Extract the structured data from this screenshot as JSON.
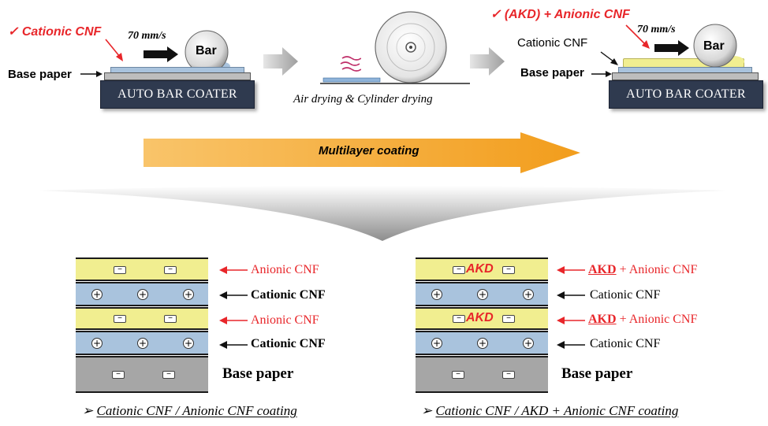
{
  "top_left": {
    "check_label": "✓ Cationic CNF",
    "speed": "70 mm/s",
    "bar": "Bar",
    "base_paper": "Base paper",
    "coater": "AUTO BAR COATER"
  },
  "top_middle": {
    "drying_label": "Air drying & Cylinder drying"
  },
  "top_right": {
    "check_label": "✓ (AKD) + Anionic CNF",
    "speed": "70 mm/s",
    "bar": "Bar",
    "cationic": "Cationic CNF",
    "base_paper": "Base paper",
    "coater": "AUTO BAR COATER"
  },
  "process_arrow": {
    "label": "Multilayer coating"
  },
  "left_stack": {
    "labels": [
      "Anionic CNF",
      "Cationic CNF",
      "Anionic CNF",
      "Cationic CNF"
    ],
    "base": "Base paper",
    "caption": "Cationic CNF / Anionic CNF coating"
  },
  "right_stack": {
    "akd": "AKD",
    "labels": [
      {
        "prefix": "AKD",
        "rest": " + Anionic CNF"
      },
      {
        "prefix": "",
        "rest": "Cationic CNF"
      },
      {
        "prefix": "AKD",
        "rest": " + Anionic CNF"
      },
      {
        "prefix": "",
        "rest": "Cationic CNF"
      }
    ],
    "base": "Base paper",
    "caption": "Cationic CNF / AKD + Anionic CNF coating"
  },
  "colors": {
    "red": "#e8262a",
    "coater": "#2f3a4f",
    "anionic_layer": "#f1ee90",
    "cationic_layer": "#a9c3dd",
    "base_layer": "#a6a6a6",
    "arrow": "#f4a62a"
  }
}
